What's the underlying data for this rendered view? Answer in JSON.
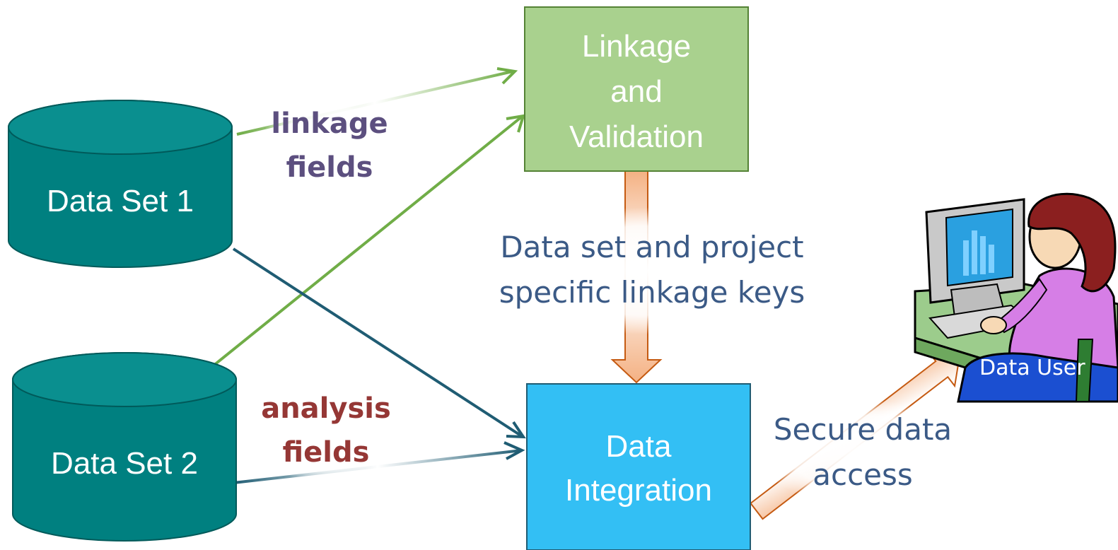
{
  "nodes": {
    "dataset1": {
      "label": "Data Set 1"
    },
    "dataset2": {
      "label": "Data Set 2"
    },
    "linkage": {
      "lines": [
        "Linkage",
        "and",
        "Validation"
      ]
    },
    "integration": {
      "lines": [
        "Data",
        "Integration"
      ]
    },
    "user": {
      "label": "Data User"
    }
  },
  "labels": {
    "linkage_fields": {
      "lines": [
        "linkage",
        "fields"
      ]
    },
    "analysis_fields": {
      "lines": [
        "analysis",
        "fields"
      ]
    },
    "keys": {
      "lines": [
        "Data set and project",
        "specific linkage keys"
      ]
    },
    "secure": {
      "lines": [
        "Secure data",
        "access"
      ]
    }
  },
  "colors": {
    "database": "#008080",
    "linkage_box": "#a9d18e",
    "integration_box": "#33bff4",
    "green_arrow": "#70ad47",
    "teal_arrow": "#1f5c73",
    "orange_arrow": "#f4b183",
    "linkage_text": "#5c4f7f",
    "analysis_text": "#953735"
  }
}
